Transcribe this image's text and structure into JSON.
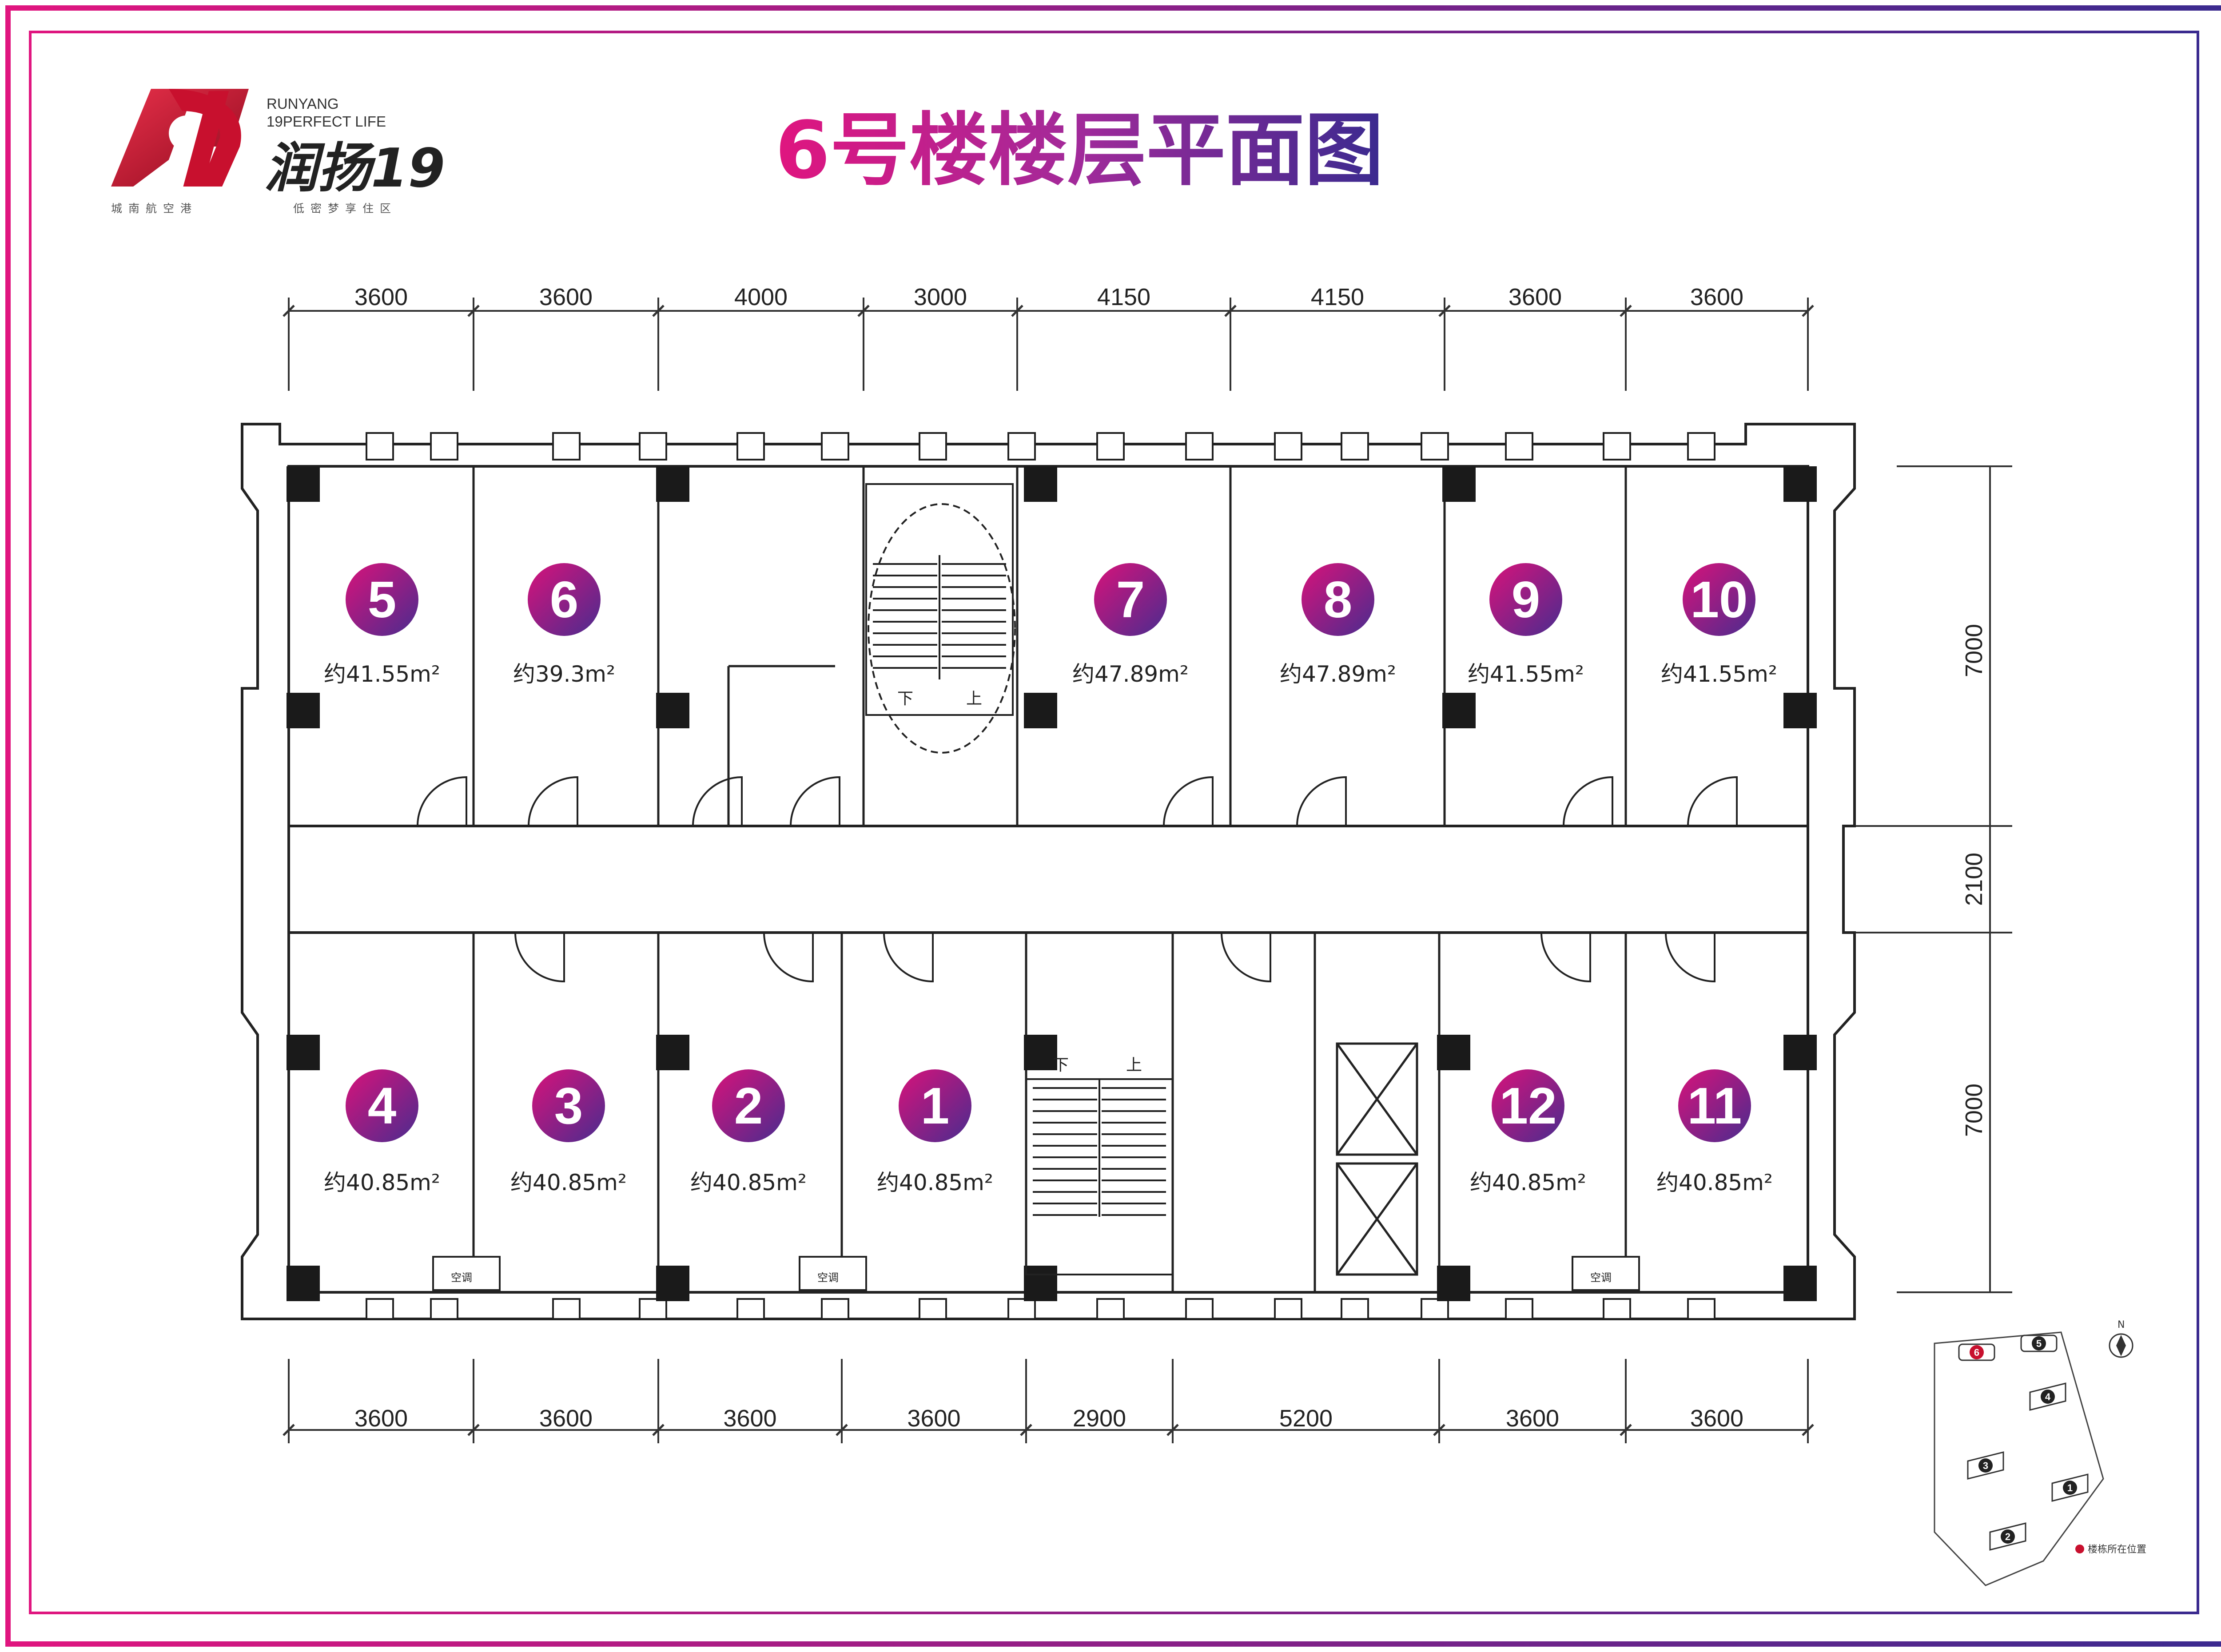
{
  "title": "6号楼楼层平面图",
  "brand": {
    "english_top": "RUNYANG",
    "english_bottom": "19PERFECT LIFE",
    "chinese_name": "润扬19",
    "slogan_left": "城南航空港",
    "slogan_right": "低密梦享住区",
    "colors": {
      "red": "#c8102e",
      "dark_red": "#8e0a1e"
    }
  },
  "title_gradient": [
    "#e0157f",
    "#a12a9a",
    "#3a2a8f"
  ],
  "frame_gradient": [
    "#e0157f",
    "#3a2a8f"
  ],
  "unit_badge_gradient": [
    "#d8127a",
    "#4a2c8f"
  ],
  "top_dimensions": [
    "3600",
    "3600",
    "4000",
    "3000",
    "4150",
    "4150",
    "3600",
    "3600"
  ],
  "bottom_dimensions": [
    "3600",
    "3600",
    "3600",
    "3600",
    "2900",
    "5200",
    "3600",
    "3600"
  ],
  "right_dimensions": [
    "7000",
    "2100",
    "7000"
  ],
  "units_top": [
    {
      "number": "5",
      "area": "约41.55m²"
    },
    {
      "number": "6",
      "area": "约39.3m²"
    },
    {
      "number": "7",
      "area": "约47.89m²"
    },
    {
      "number": "8",
      "area": "约47.89m²"
    },
    {
      "number": "9",
      "area": "约41.55m²"
    },
    {
      "number": "10",
      "area": "约41.55m²"
    }
  ],
  "units_bottom": [
    {
      "number": "4",
      "area": "约40.85m²"
    },
    {
      "number": "3",
      "area": "约40.85m²"
    },
    {
      "number": "2",
      "area": "约40.85m²"
    },
    {
      "number": "1",
      "area": "约40.85m²"
    },
    {
      "number": "12",
      "area": "约40.85m²"
    },
    {
      "number": "11",
      "area": "约40.85m²"
    }
  ],
  "stairs": {
    "down": "下",
    "up": "上"
  },
  "ac_label": "空调",
  "site_plan": {
    "north_label": "N",
    "buildings": [
      "6",
      "5",
      "4",
      "3",
      "1",
      "2"
    ],
    "highlight": "6",
    "legend": "楼栋所在位置",
    "legend_color": "#c8102e"
  }
}
